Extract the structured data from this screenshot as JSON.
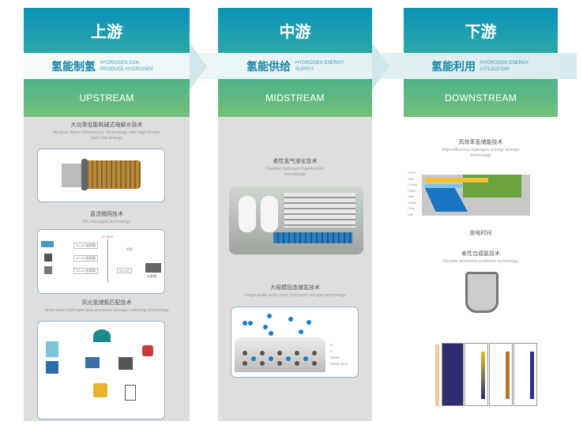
{
  "stages": [
    {
      "title": "上游",
      "band_cn": "氢能制氢",
      "band_en": "HYDROGEN CAN PRODUCE HYDROGEN",
      "label": "UPSTREAM"
    },
    {
      "title": "中游",
      "band_cn": "氢能供给",
      "band_en": "HYDROGEN ENERGY SUPPLY",
      "label": "MIDSTREAM"
    },
    {
      "title": "下游",
      "band_cn": "氢能利用",
      "band_en": "HYDROGEN ENERGY UTILIZATION",
      "label": "DOWNSTREAM"
    }
  ],
  "upstream": [
    {
      "cn": "大功率低能耗碱式电解水技术",
      "en": "Alkaline Water Electrolysis Technology with High Power and Low Energy"
    },
    {
      "cn": "直流微网技术",
      "en": "DC microgrid technology"
    },
    {
      "cn": "风光氢储氨匹配技术",
      "en": "Wind-solar hydrogen and ammonia storage matching technology"
    }
  ],
  "dc_diagram": {
    "bus": "DC BUS",
    "converter": "DC-DC变换器",
    "load": "负荷",
    "dcdc": "DC-DC",
    "electrolyzer": "电解槽"
  },
  "midstream": [
    {
      "cn": "柔性氢气液化技术",
      "en": "Flexible hydrogen liquefaction technology"
    },
    {
      "cn": "大规模固态储氢技术",
      "en": "Large-scale solid-state hydrogen storage technology"
    }
  ],
  "solid_legend": [
    "H₂",
    "H",
    "Metal",
    "Metal atom"
  ],
  "downstream": [
    {
      "cn": "高效率氢储能技术",
      "en": "High efficiency hydrogen energy storage technology"
    },
    {
      "cn": "柔性合成氨技术",
      "en": "Flexible ammonia synthesis technology"
    }
  ],
  "storage_chart": {
    "xlabel": "放电时间",
    "ylabels": [
      "10GW",
      "1GW",
      "100MW",
      "10MW",
      "1MW",
      "100kW",
      "10kW",
      "1kW"
    ]
  }
}
